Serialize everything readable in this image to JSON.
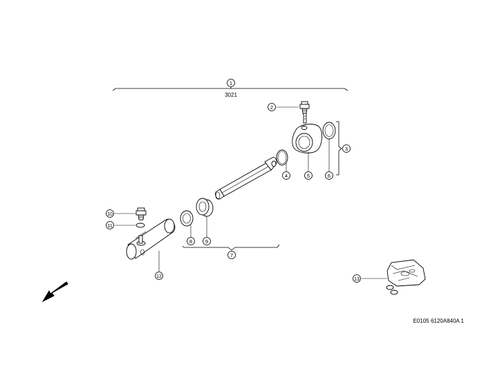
{
  "assembly_number": "3021",
  "drawing_reference": "E0105 6120A840A 1",
  "callouts": [
    {
      "id": "c1",
      "label": "1"
    },
    {
      "id": "c2",
      "label": "2"
    },
    {
      "id": "c3",
      "label": "3"
    },
    {
      "id": "c4",
      "label": "4"
    },
    {
      "id": "c5",
      "label": "5"
    },
    {
      "id": "c6",
      "label": "6"
    },
    {
      "id": "c7",
      "label": "7"
    },
    {
      "id": "c8",
      "label": "8"
    },
    {
      "id": "c9",
      "label": "9"
    },
    {
      "id": "c10",
      "label": "10"
    },
    {
      "id": "c11",
      "label": "11"
    },
    {
      "id": "c12",
      "label": "12"
    },
    {
      "id": "c13",
      "label": "13"
    }
  ]
}
